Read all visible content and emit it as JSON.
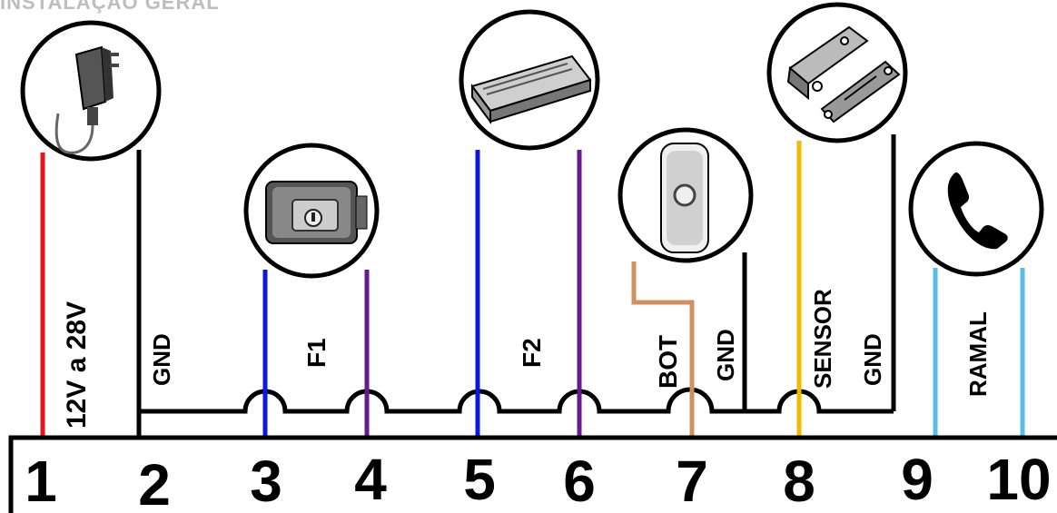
{
  "title": "INSTALAÇÃO GERAL",
  "terminals": [
    "1",
    "2",
    "3",
    "4",
    "5",
    "6",
    "7",
    "8",
    "9",
    "10"
  ],
  "wire_labels": {
    "power": "12V a 28V",
    "gnd_main": "GND",
    "lock": "F1",
    "maglock": "F2",
    "button": "BOT",
    "gnd_button": "GND",
    "sensor": "SENSOR",
    "gnd_sensor": "GND",
    "extension": "RAMAL"
  },
  "devices": [
    {
      "id": "power-adapter",
      "icon": "power-adapter-icon"
    },
    {
      "id": "electric-lock",
      "icon": "electric-lock-icon"
    },
    {
      "id": "magnetic-lock",
      "icon": "magnetic-lock-icon"
    },
    {
      "id": "exit-button",
      "icon": "exit-button-icon"
    },
    {
      "id": "door-sensor",
      "icon": "door-sensor-icon"
    },
    {
      "id": "telephone",
      "icon": "telephone-icon"
    }
  ],
  "colors": {
    "power": "#e8141c",
    "ground": "#000000",
    "lock": "#0a18e0",
    "lock_return": "#6a1a8c",
    "button": "#d09060",
    "sensor": "#f5b800",
    "extension": "#5bbcec"
  }
}
